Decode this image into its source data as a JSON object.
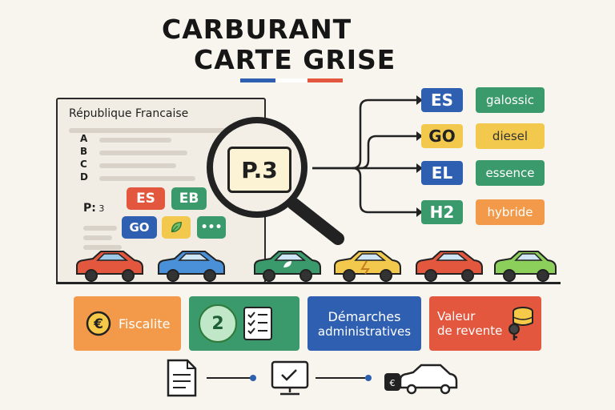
{
  "title": {
    "line1": "CARBURANT",
    "line2": "CARTE GRISE"
  },
  "colors": {
    "blue": "#2f5fb0",
    "white": "#ffffff",
    "red": "#e2573d",
    "green": "#3a9a6b",
    "yellow": "#f2c94c",
    "orange": "#f2994a"
  },
  "document": {
    "heading": "République Francaise",
    "letters": [
      "A",
      "B",
      "C",
      "D"
    ],
    "p_label": "P:",
    "p_value": "3",
    "badges": [
      "ES",
      "EB",
      "GO",
      "•••"
    ]
  },
  "magnifier": {
    "text": "P.3"
  },
  "mapping": [
    {
      "code": "ES",
      "fuel": "galossic"
    },
    {
      "code": "GO",
      "fuel": "diesel"
    },
    {
      "code": "EL",
      "fuel": "essence"
    },
    {
      "code": "H2",
      "fuel": "hybride"
    }
  ],
  "cars": [
    "red-car-icon",
    "blue-car-icon",
    "green-car-icon",
    "yellow-car-icon",
    "red-car-icon",
    "green-car-icon"
  ],
  "cards": [
    {
      "label": "Fiscalite",
      "icon": "euro-coin-icon"
    },
    {
      "badge_number": "2",
      "icon": "checklist-icon"
    },
    {
      "label_line1": "Démarches",
      "label_line2": "administratives"
    },
    {
      "label_line1": "Valeur",
      "label_line2": "de revente",
      "icon": "coins-key-icon"
    }
  ],
  "process": [
    "document-icon",
    "monitor-check-icon",
    "car-key-icon"
  ]
}
